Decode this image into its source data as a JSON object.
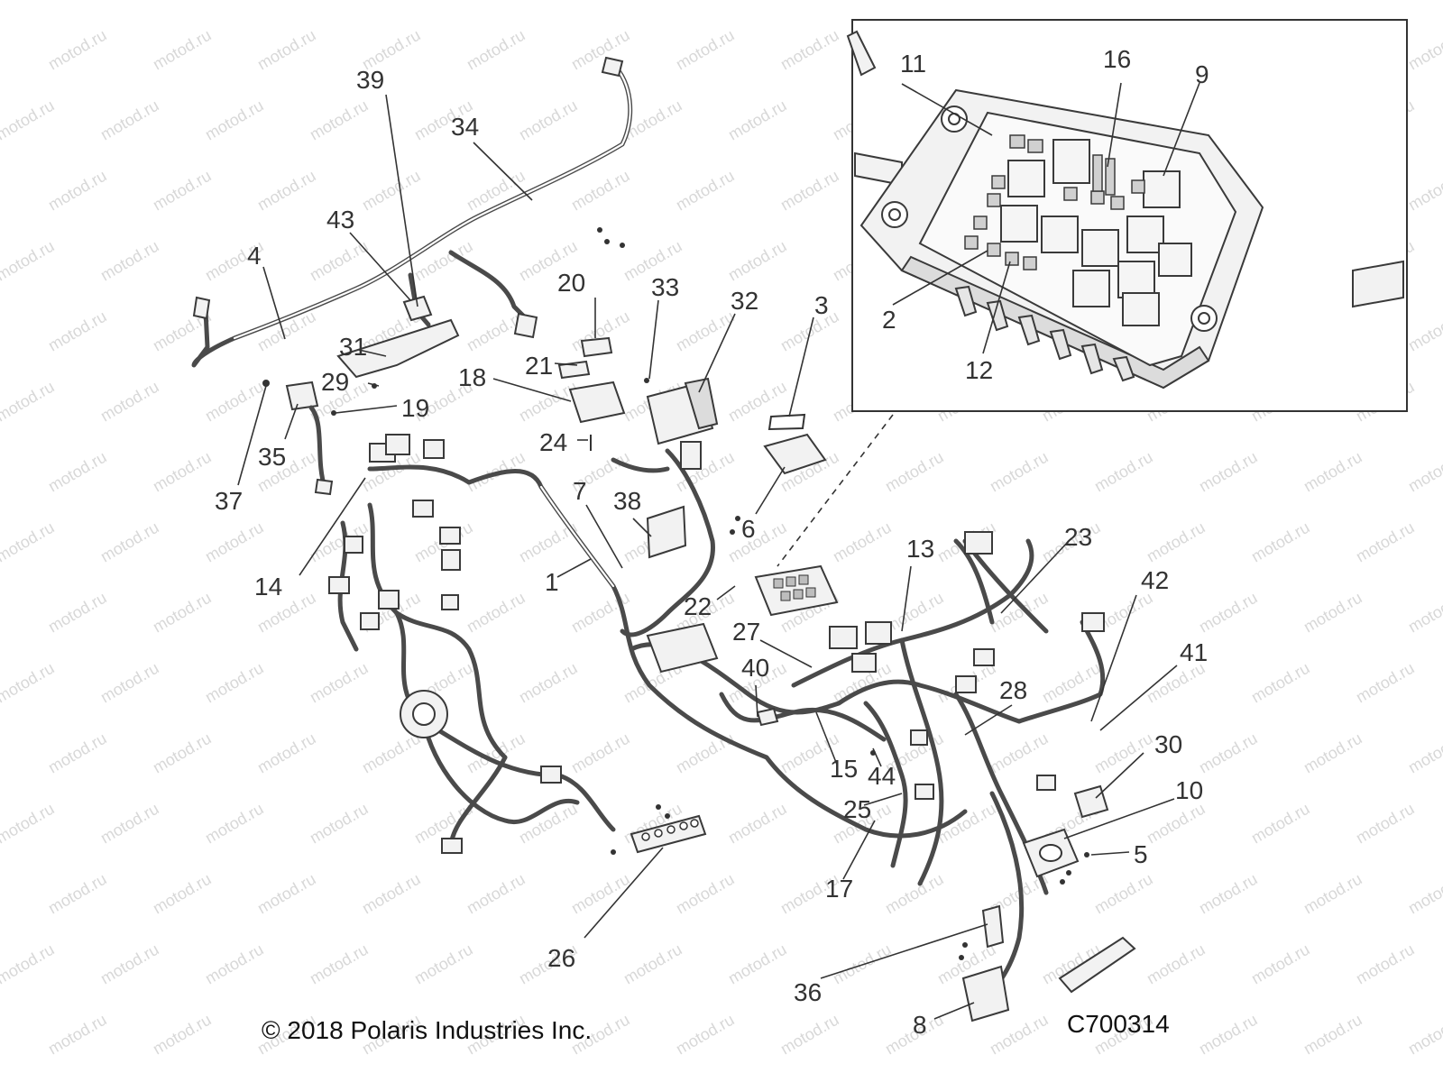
{
  "watermark_text": "motod.ru",
  "copyright": "© 2018 Polaris Industries Inc.",
  "drawing_code": "C700314",
  "callouts": {
    "c1": "1",
    "c2": "2",
    "c3": "3",
    "c4": "4",
    "c5": "5",
    "c6": "6",
    "c7": "7",
    "c8": "8",
    "c9": "9",
    "c10": "10",
    "c11": "11",
    "c12": "12",
    "c13": "13",
    "c14": "14",
    "c15": "15",
    "c16": "16",
    "c17": "17",
    "c18": "18",
    "c19": "19",
    "c20": "20",
    "c21": "21",
    "c22": "22",
    "c23": "23",
    "c24": "24",
    "c25": "25",
    "c26": "26",
    "c27": "27",
    "c28": "28",
    "c29": "29",
    "c30": "30",
    "c31": "31",
    "c32": "32",
    "c33": "33",
    "c34": "34",
    "c35": "35",
    "c36": "36",
    "c37": "37",
    "c38": "38",
    "c39": "39",
    "c40": "40",
    "c41": "41",
    "c42": "42",
    "c43": "43",
    "c44": "44"
  }
}
